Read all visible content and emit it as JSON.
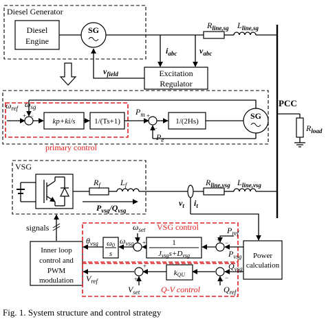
{
  "colors": {
    "line": "#000000",
    "accent_red": "#e02020",
    "background": "#ffffff"
  },
  "labels": {
    "diesel_generator": "Diesel Generator",
    "diesel": "Diesel",
    "engine": "Engine",
    "sg": "SG",
    "r_line_sg": "R",
    "r_line_sg_sub": "line,sg",
    "l_line_sg": "L",
    "l_line_sg_sub": "line,sg",
    "i_abc": "i",
    "i_abc_sub": "abc",
    "v_abc": "v",
    "v_abc_sub": "abc",
    "v_field": "v",
    "v_field_sub": "field",
    "excitation": "Excitation",
    "regulator": "Regulator",
    "pcc": "PCC",
    "r_load": "R",
    "r_load_sub": "load",
    "omega_ref": "ω",
    "omega_ref_sub": "ref",
    "omega_sg": "ω",
    "omega_sg_sub": "sg",
    "pi_block": "k",
    "pi_block_full": "kp+ki/s",
    "lag_block": "1/(Ts+1)",
    "inertia_block": "1/(2Hs)",
    "p_m": "P",
    "p_m_sub": "m",
    "p_e": "P",
    "p_e_sub": "e",
    "primary_control": "primary control",
    "vsg": "VSG",
    "r_f": "R",
    "r_f_sub": "f",
    "l_f": "L",
    "l_f_sub": "f",
    "r_line_vsg": "R",
    "r_line_vsg_sub": "line,vsg",
    "l_line_vsg": "L",
    "l_line_vsg_sub": "line,vsg",
    "pq_vsg": "P",
    "pq_vsg_sub": "vsg",
    "q_vsg_label": "Q",
    "q_vsg_label_sub": "vsg",
    "v_t": "v",
    "v_t_sub": "t",
    "i_t": "i",
    "i_t_sub": "t",
    "signals": "signals",
    "inner_loop_1": "Inner loop",
    "inner_loop_2": "control and",
    "inner_loop_3": "PWM",
    "inner_loop_4": "modulation",
    "vsg_control": "VSG control",
    "omega_set": "ω",
    "omega_set_sub": "set",
    "omega_vsg": "ω",
    "omega_vsg_sub": "vsg",
    "theta_vsg": "θ",
    "theta_vsg_sub": "vsg",
    "omega0": "ω",
    "omega0_sub": "0",
    "s": "s",
    "one": "1",
    "j_vsg": "J",
    "j_vsg_sub": "vsg",
    "d_vsg": "D",
    "d_vsg_sub": "vsg",
    "p_ref": "P",
    "p_ref_sub": "ref",
    "p_vsg": "P",
    "p_vsg_sub": "vsg",
    "power_calc_1": "Power",
    "power_calc_2": "calculation",
    "q_vsg": "Q",
    "q_vsg_sub": "vsg",
    "q_ref": "Q",
    "q_ref_sub": "ref",
    "k_qu": "k",
    "k_qu_sub": "QU",
    "v_ref": "V",
    "v_ref_sub": "ref",
    "v_set": "V",
    "v_set_sub": "set",
    "qv_control": "Q-V control",
    "caption": "Fig. 1.   System structure and control strategy"
  }
}
